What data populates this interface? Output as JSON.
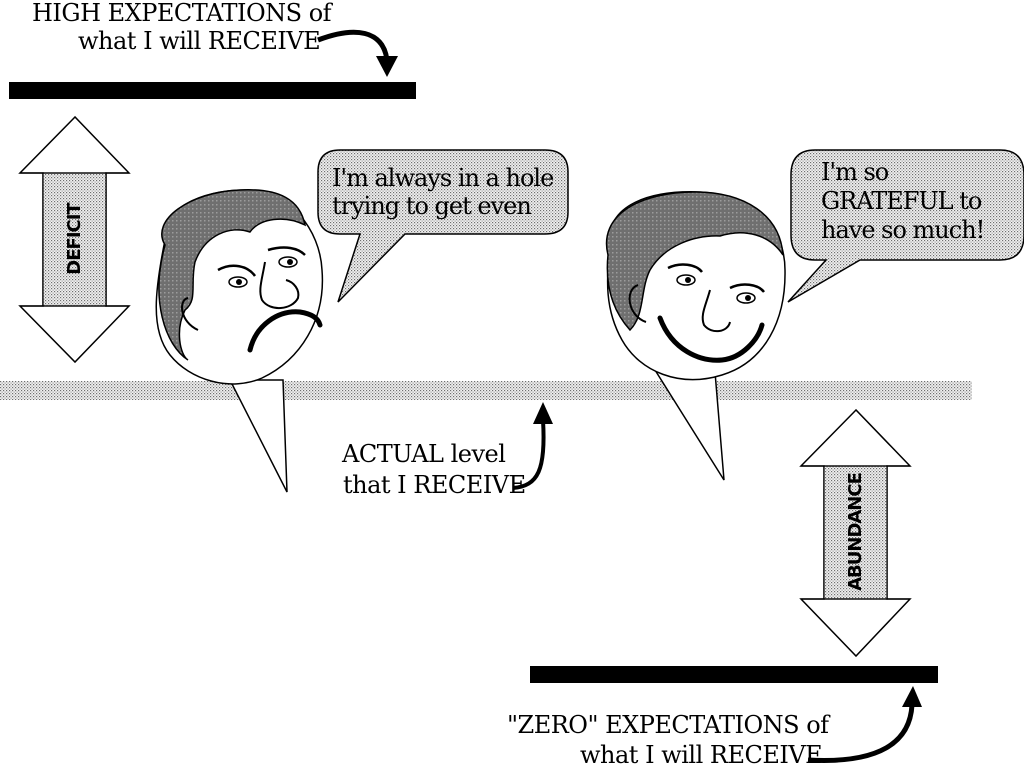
{
  "labels": {
    "high_line1": "HIGH EXPECTATIONS of",
    "high_line2": "what I will RECEIVE",
    "actual_line1": "ACTUAL level",
    "actual_line2": "that I RECEIVE",
    "zero_line1": "\"ZERO\" EXPECTATIONS  of",
    "zero_line2": "what I will RECEIVE",
    "deficit": "DEFICIT",
    "abundance": "ABUNDANCE"
  },
  "bubbles": {
    "left_line1": "I'm always in a hole",
    "left_line2": "trying to get even",
    "right_line1": "I'm so",
    "right_line2": "GRATEFUL to",
    "right_line3": "have so much!"
  },
  "colors": {
    "ink": "#000000",
    "dot_fill": "#d6d6d6",
    "hair_gray": "#7a7a7a",
    "paper": "#ffffff"
  },
  "icons": {
    "pointer_arrows": "curved-arrow-icon",
    "range_arrows": "double-headed-arrow-icon"
  }
}
